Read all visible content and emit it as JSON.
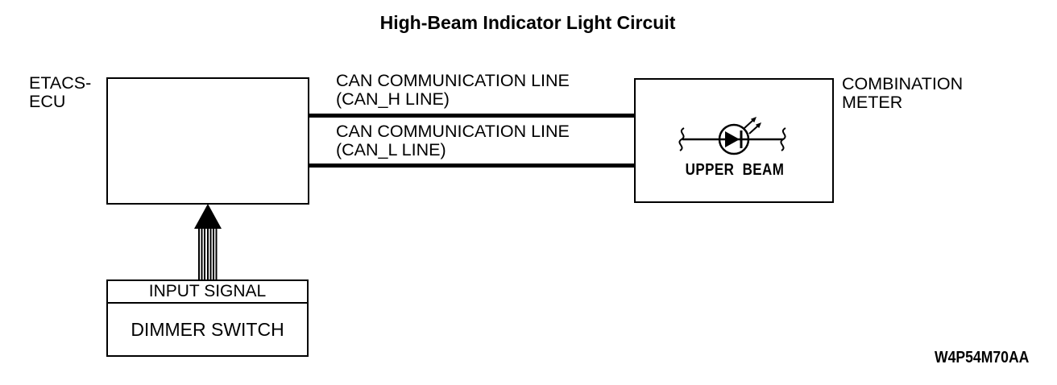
{
  "title": "High-Beam Indicator Light Circuit",
  "figure_code": "W4P54M70AA",
  "colors": {
    "ink": "#000000",
    "background": "#ffffff"
  },
  "etacs": {
    "label_line1": "ETACS-",
    "label_line2": "ECU"
  },
  "can_bus": {
    "h_line": {
      "label_line1": "CAN COMMUNICATION LINE",
      "label_line2": "(CAN_H LINE)"
    },
    "l_line": {
      "label_line1": "CAN COMMUNICATION LINE",
      "label_line2": "(CAN_L LINE)"
    }
  },
  "combination_meter": {
    "label_line1": "COMBINATION",
    "label_line2": "METER",
    "indicator_label": "UPPER BEAM",
    "indicator_icon": "led-indicator-icon"
  },
  "input": {
    "signal_label": "INPUT SIGNAL",
    "switch_label": "DIMMER SWITCH",
    "arrow_icon": "signal-arrow-up-icon"
  }
}
